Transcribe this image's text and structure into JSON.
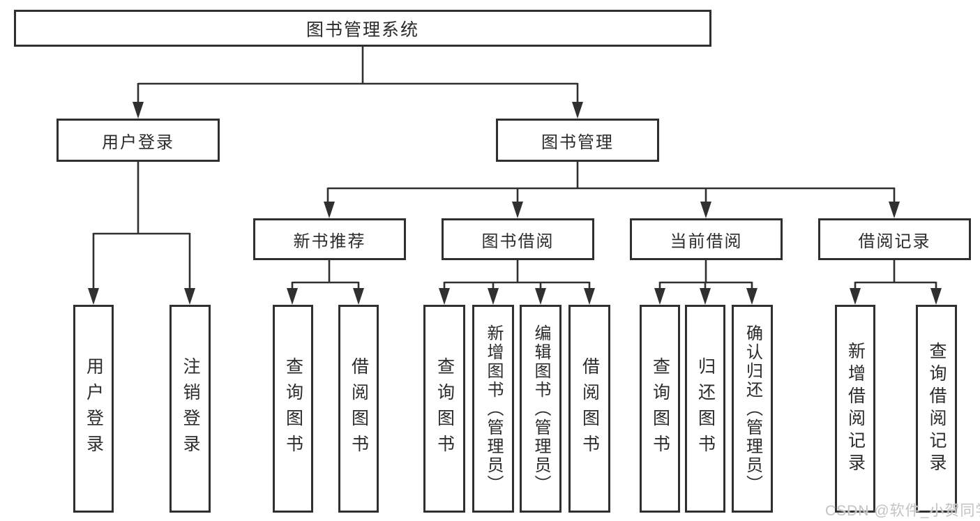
{
  "diagram": {
    "root": {
      "label": "图书管理系统"
    },
    "level2": {
      "user_login": {
        "label": "用户登录"
      },
      "book_management": {
        "label": "图书管理"
      }
    },
    "level3": {
      "new_book_recommend": {
        "label": "新书推荐"
      },
      "book_borrow": {
        "label": "图书借阅"
      },
      "current_borrow": {
        "label": "当前借阅"
      },
      "borrow_records": {
        "label": "借阅记录"
      }
    },
    "leaves": {
      "user_login_leaf": {
        "label": "用户登录"
      },
      "logout": {
        "label": "注销登录"
      },
      "query_books_recommend": {
        "label": "查询图书"
      },
      "borrow_books_recommend": {
        "label": "借阅图书"
      },
      "query_books_borrow": {
        "label": "查询图书"
      },
      "add_book_admin": {
        "label": "新增图书（管理员）"
      },
      "edit_book_admin": {
        "label": "编辑图书（管理员）"
      },
      "borrow_books_borrow": {
        "label": "借阅图书"
      },
      "query_books_current": {
        "label": "查询图书"
      },
      "return_book": {
        "label": "归还图书"
      },
      "confirm_return_admin": {
        "label": "确认归还（管理员）"
      },
      "add_borrow_record": {
        "label": "新增借阅记录"
      },
      "query_borrow_record": {
        "label": "查询借阅记录"
      }
    },
    "watermark": "CSDN @软件_小贺同学",
    "colors": {
      "line": "#303030",
      "text": "#2b2b2b",
      "watermark": "#c3c3c3",
      "background": "#ffffff"
    }
  }
}
